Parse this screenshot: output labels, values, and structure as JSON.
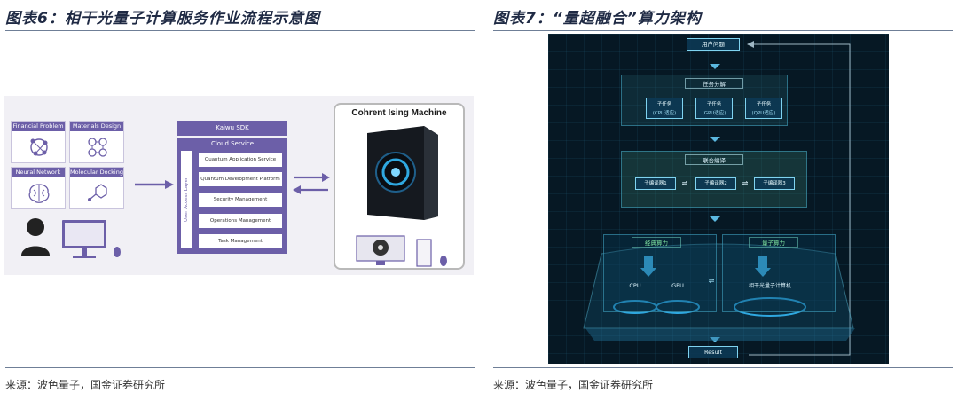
{
  "left_figure": {
    "title": "图表6：相干光量子计算服务作业流程示意图",
    "problems": [
      {
        "label": "Financial Problem"
      },
      {
        "label": "Materials Design"
      },
      {
        "label": "Neural Network"
      },
      {
        "label": "Molecular Docking"
      }
    ],
    "sdk_label": "Kaiwu SDK",
    "cloud_service_label": "Cloud Service",
    "user_access_layer": "User Access Layer",
    "services": [
      "Quantum Application Service",
      "Quantum Development Platform",
      "Security Management",
      "Operations Management",
      "Task Management"
    ],
    "machine_title": "Cohrent Ising Machine",
    "source": "来源：波色量子，国金证券研究所",
    "colors": {
      "accent": "#6c5fa8",
      "panel_bg": "#f1f0f5"
    }
  },
  "right_figure": {
    "title": "图表7：“量超融合”算力架构",
    "user_problem": "用户问题",
    "task_decompose": "任务分解",
    "subtasks": [
      {
        "name": "子任务",
        "target": "(CPU适应)"
      },
      {
        "name": "子任务",
        "target": "(GPU适应)"
      },
      {
        "name": "子任务",
        "target": "(QPU适应)"
      }
    ],
    "joint_compile": "联合编译",
    "sub_compilers": [
      "子编译器1",
      "子编译器2",
      "子编译器3"
    ],
    "classical_power": "经典算力",
    "quantum_power": "量子算力",
    "cpu": "CPU",
    "gpu": "GPU",
    "quantum_computer": "相干光量子计算机",
    "result": "Result",
    "swap_symbol": "⇌",
    "source": "来源：波色量子，国金证券研究所",
    "colors": {
      "bg": "#061824",
      "glow": "#7fd3f0",
      "green_label": "#7ee1a0"
    }
  }
}
